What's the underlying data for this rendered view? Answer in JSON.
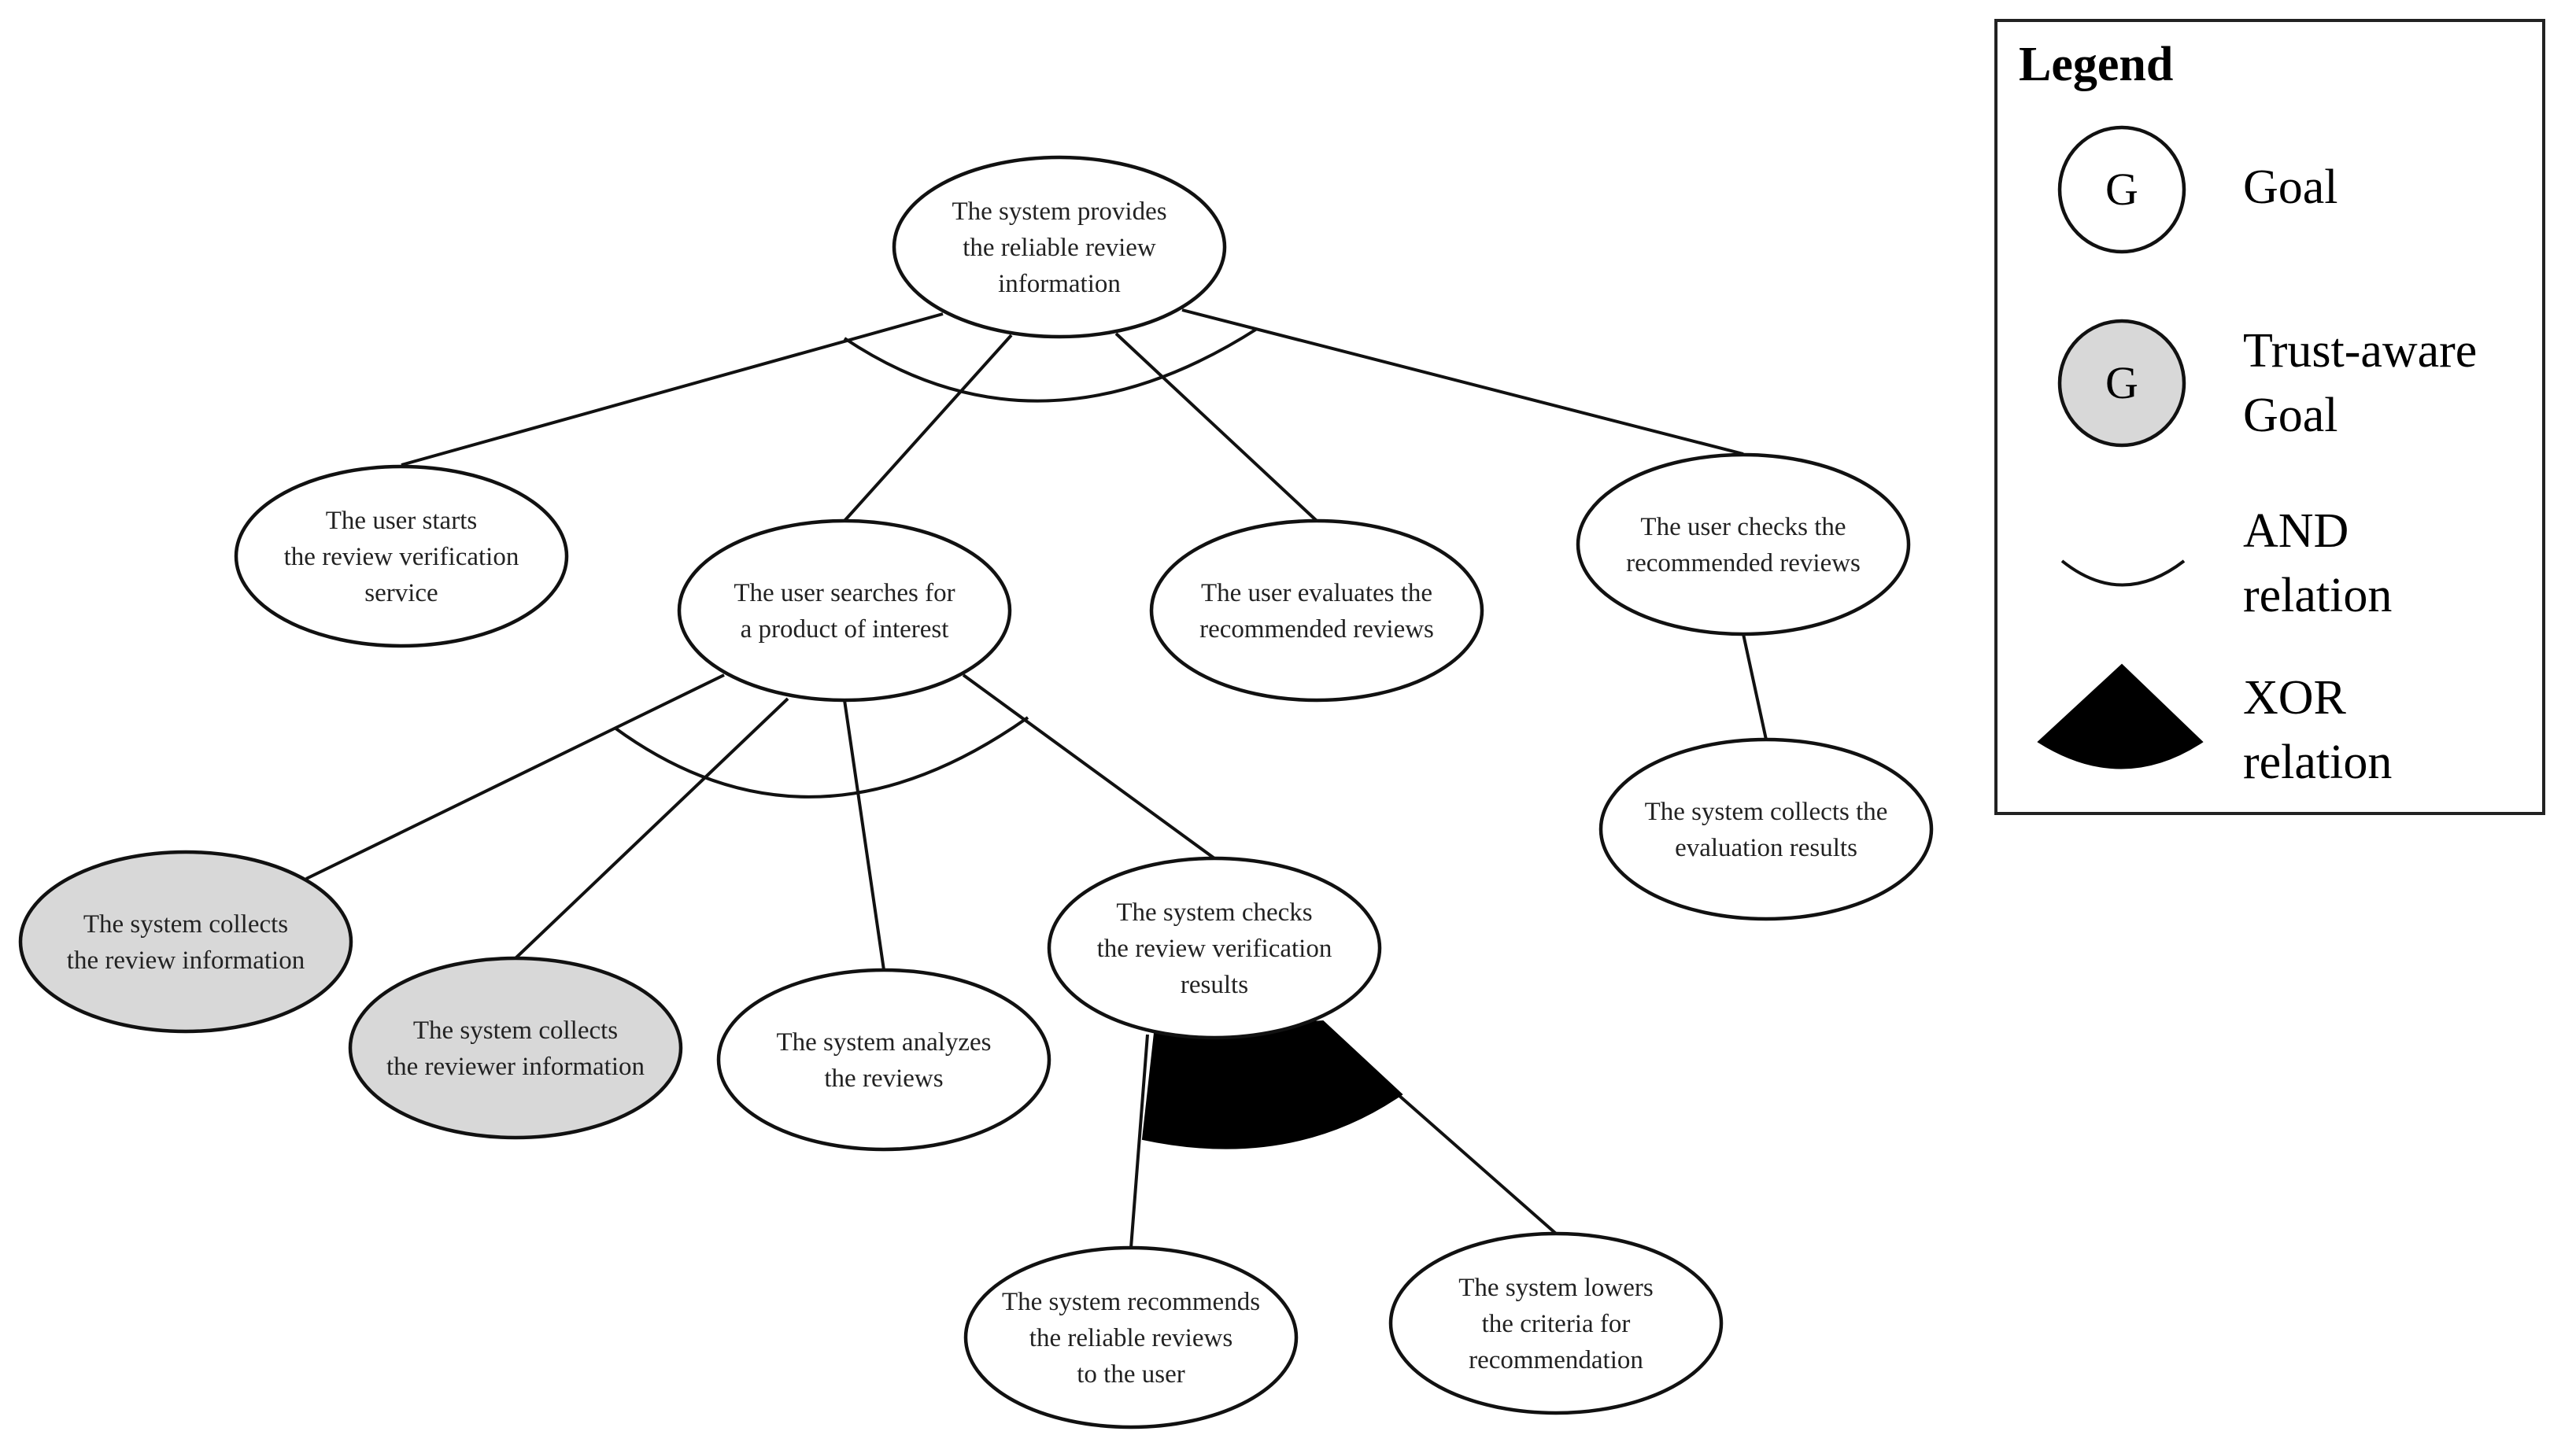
{
  "colors": {
    "goal_fill": "#ffffff",
    "trust_aware_fill": "#d8d8d8",
    "line": "#111111",
    "xor_fill": "#000000"
  },
  "goals": [
    {
      "id": "root",
      "trust_aware": false,
      "lines": [
        "The system provides",
        "the reliable review",
        "information"
      ]
    },
    {
      "id": "start",
      "trust_aware": false,
      "lines": [
        "The user starts",
        "the review verification",
        "service"
      ]
    },
    {
      "id": "search",
      "trust_aware": false,
      "lines": [
        "The user searches for",
        "a product of interest"
      ]
    },
    {
      "id": "evaluate",
      "trust_aware": false,
      "lines": [
        "The user evaluates the",
        "recommended reviews"
      ]
    },
    {
      "id": "check",
      "trust_aware": false,
      "lines": [
        "The user checks the",
        "recommended reviews"
      ]
    },
    {
      "id": "collect_eval",
      "trust_aware": false,
      "lines": [
        "The system collects the",
        "evaluation results"
      ]
    },
    {
      "id": "collect_review",
      "trust_aware": true,
      "lines": [
        "The system collects",
        "the review information"
      ]
    },
    {
      "id": "collect_reviewer",
      "trust_aware": true,
      "lines": [
        "The system collects",
        "the reviewer information"
      ]
    },
    {
      "id": "analyze",
      "trust_aware": false,
      "lines": [
        "The system analyzes",
        "the reviews"
      ]
    },
    {
      "id": "check_results",
      "trust_aware": false,
      "lines": [
        "The system checks",
        "the review verification",
        "results"
      ]
    },
    {
      "id": "recommend",
      "trust_aware": false,
      "lines": [
        "The system recommends",
        "the reliable reviews",
        "to the user"
      ]
    },
    {
      "id": "lower",
      "trust_aware": false,
      "lines": [
        "The system lowers",
        "the criteria for",
        "recommendation"
      ]
    }
  ],
  "relations": [
    {
      "type": "AND",
      "parent": "root",
      "children": [
        "start",
        "search",
        "evaluate",
        "check"
      ]
    },
    {
      "type": "AND",
      "parent": "search",
      "children": [
        "collect_review",
        "collect_reviewer",
        "analyze",
        "check_results"
      ]
    },
    {
      "type": "XOR",
      "parent": "check_results",
      "children": [
        "recommend",
        "lower"
      ]
    },
    {
      "type": "link",
      "parent": "check",
      "children": [
        "collect_eval"
      ]
    }
  ],
  "legend": {
    "title": "Legend",
    "goal_symbol": "G",
    "goal_label": "Goal",
    "trust_label_1": "Trust-aware",
    "trust_label_2": "Goal",
    "and_label_1": "AND",
    "and_label_2": "relation",
    "xor_label_1": "XOR",
    "xor_label_2": "relation"
  }
}
